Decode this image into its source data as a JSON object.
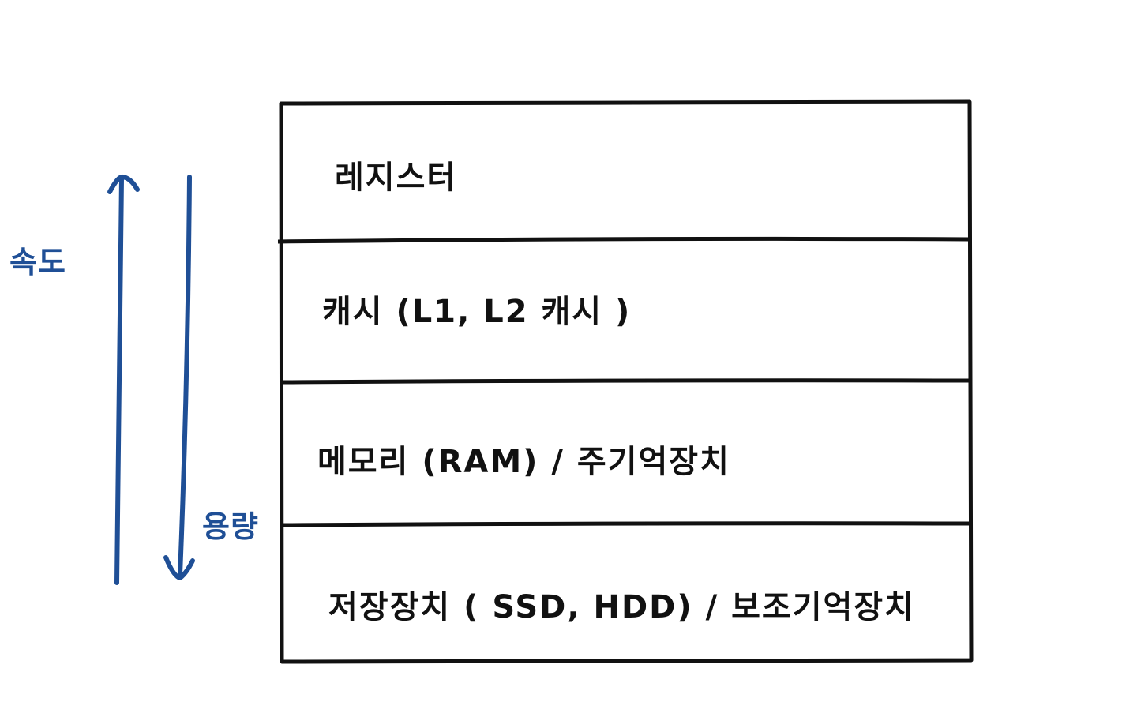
{
  "diagram": {
    "layers": [
      {
        "id": "register",
        "label": "레지스터"
      },
      {
        "id": "cache",
        "label": "캐시 (L1, L2 캐시 )"
      },
      {
        "id": "memory",
        "label": "메모리 (RAM) / 주기억장치"
      },
      {
        "id": "storage",
        "label": "저장장치 ( SSD, HDD) / 보조기억장치"
      }
    ],
    "speed_label": "속도",
    "capacity_label": "용량",
    "colors": {
      "ink": "#111111",
      "accent": "#1f4f96",
      "background": "#ffffff"
    }
  }
}
